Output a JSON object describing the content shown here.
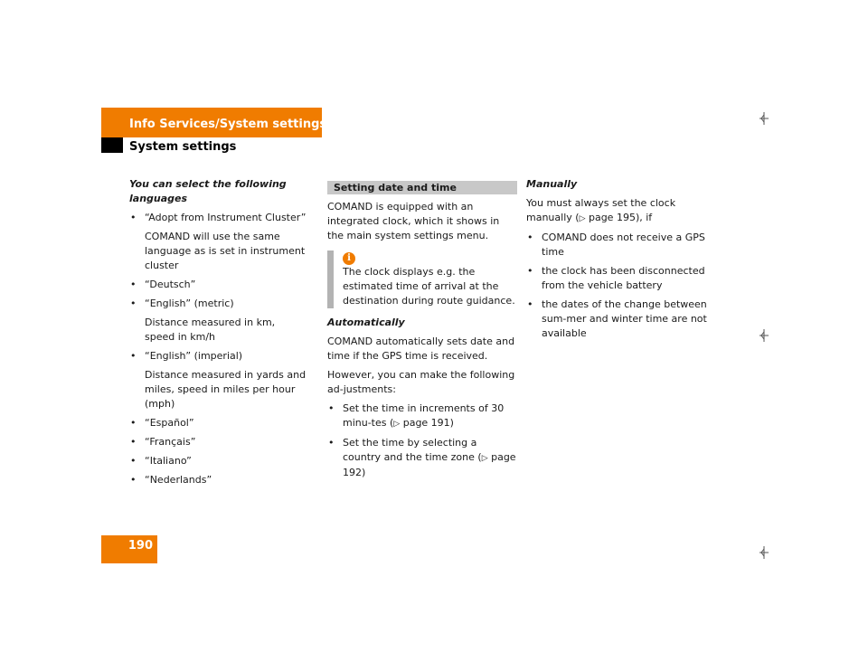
{
  "header": {
    "section_title": "Info Services/System settings",
    "subtitle": "System settings"
  },
  "page_number": "190",
  "left_column": {
    "subhead": "You can select the following languages",
    "items": [
      {
        "text": "“Adopt from Instrument Cluster”",
        "note": "COMAND will use the same language as is set in instrument cluster"
      },
      {
        "text": "“Deutsch”",
        "note": ""
      },
      {
        "text": "“English” (metric)",
        "note": "Distance measured in km,\nspeed in km/h"
      },
      {
        "text": "“English” (imperial)",
        "note": "Distance measured in yards and miles, speed in miles per hour (mph)"
      },
      {
        "text": "“Español”",
        "note": ""
      },
      {
        "text": "“Français”",
        "note": ""
      },
      {
        "text": "“Italiano”",
        "note": ""
      },
      {
        "text": "“Nederlands”",
        "note": ""
      }
    ]
  },
  "middle_column": {
    "section_heading": "Setting date and time",
    "intro": "COMAND is equipped with an integrated clock, which it shows in the main system settings menu.",
    "info_icon": "info-icon",
    "info_note": "The clock displays e.g. the estimated time of arrival at the destination during route guidance.",
    "subhead": "Automatically",
    "auto_text": "COMAND automatically sets date and time if the GPS time is received.",
    "adjust_text": "However, you can make the following ad-justments:",
    "items": [
      {
        "before": "Set the time in increments of 30 minu-tes (",
        "arrow": "▷",
        "after": " page 191)"
      },
      {
        "before": "Set the time by selecting a country and the time zone (",
        "arrow": "▷",
        "after": " page 192)"
      }
    ]
  },
  "right_column": {
    "subhead": "Manually",
    "text_before": "You must always set the clock manually (",
    "arrow": "▷",
    "text_after": " page 195), if",
    "items": [
      "COMAND does not receive a GPS time",
      "the clock has been disconnected from the vehicle battery",
      "the dates of the change between sum-mer and winter time are not available"
    ]
  },
  "colors": {
    "accent": "#f07c00",
    "section_bar": "#c8c8c8",
    "info_bar": "#b3b3b3"
  },
  "bullet": "•"
}
